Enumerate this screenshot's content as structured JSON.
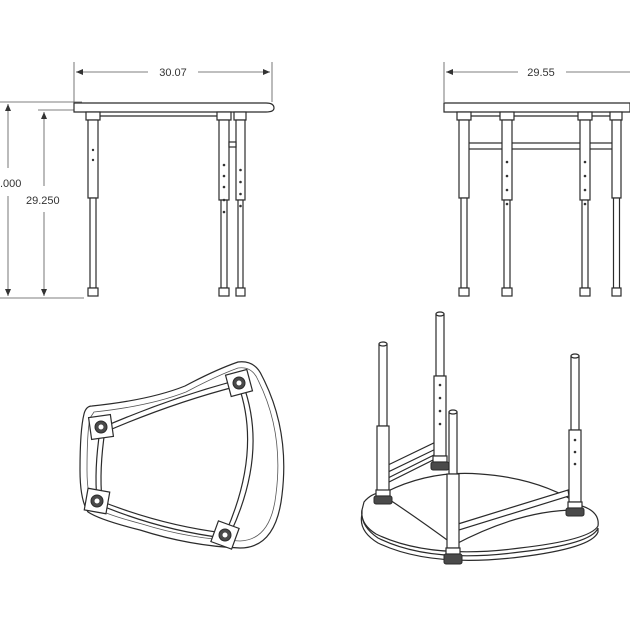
{
  "dimensions": {
    "front_width": "30.07",
    "side_width": "29.55",
    "max_height": ".000",
    "min_height": "29.250"
  }
}
